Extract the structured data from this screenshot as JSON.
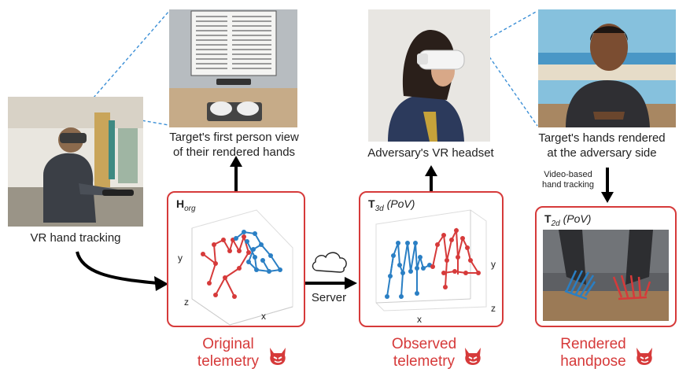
{
  "photos": {
    "vr_user": {
      "name": "person-using-vr-photo"
    },
    "first_person": {
      "name": "first-person-view-screenshot"
    },
    "adversary_headset": {
      "name": "adversary-vr-headset-photo"
    },
    "avatar": {
      "name": "avatar-render-screenshot"
    },
    "rendered_hands": {
      "name": "rendered-handpose-screenshot"
    }
  },
  "captions": {
    "vr_hand_tracking": "VR hand tracking",
    "first_person": "Target's first person view\nof their rendered hands",
    "adversary_headset": "Adversary's VR headset",
    "rendered_adversary": "Target's hands rendered\nat the adversary side",
    "video_tracking": "Video-based\nhand tracking",
    "server": "Server"
  },
  "panels": {
    "original": {
      "symbol": "H",
      "sub": "org",
      "pov": ""
    },
    "observed": {
      "symbol": "T",
      "sub": "3d",
      "pov": "(PoV)"
    },
    "rendered": {
      "symbol": "T",
      "sub": "2d",
      "pov": "(PoV)"
    }
  },
  "axes": {
    "original": {
      "y": "y",
      "z": "z",
      "x": "x"
    },
    "observed": {
      "y": "y",
      "z": "z",
      "x": "x"
    }
  },
  "bottom_labels": {
    "original": "Original\ntelemetry",
    "observed": "Observed\ntelemetry",
    "rendered": "Rendered\nhandpose"
  },
  "colors": {
    "accent_red": "#d63a3a",
    "hand_blue": "#2a7fc4",
    "hand_red": "#d63a3a"
  }
}
